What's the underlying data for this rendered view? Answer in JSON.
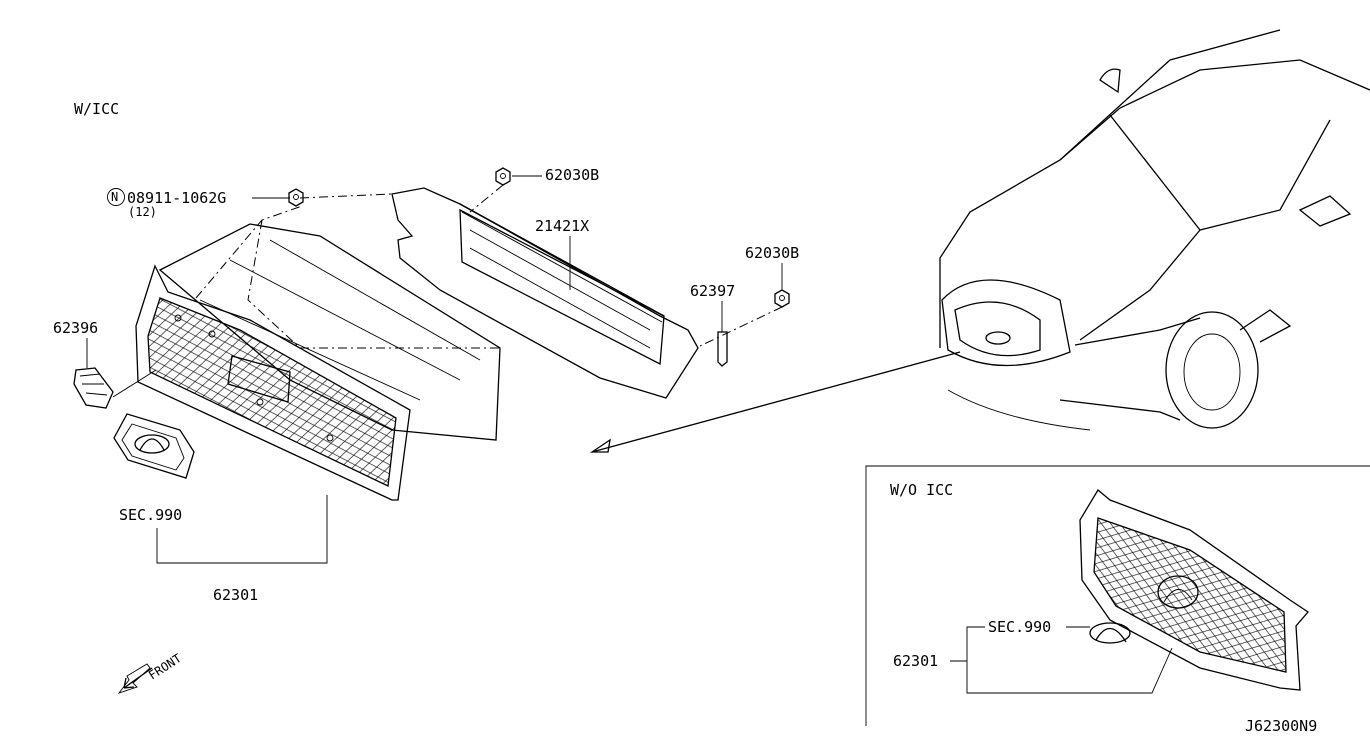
{
  "labels": {
    "with_icc": "W/ICC",
    "without_icc": "W/O ICC",
    "bolt_part": "08911-1062G",
    "bolt_qty": "(12)",
    "bolt_prefix": "N",
    "nut_a": "62030B",
    "nut_b": "62030B",
    "shutter": "21421X",
    "bracket_right": "62397",
    "bracket_left": "62396",
    "emblem_ref": "SEC.990",
    "grille": "62301",
    "inset_emblem_ref": "SEC.990",
    "inset_grille": "62301",
    "front": "FRONT",
    "diagram_code": "J62300N9"
  }
}
